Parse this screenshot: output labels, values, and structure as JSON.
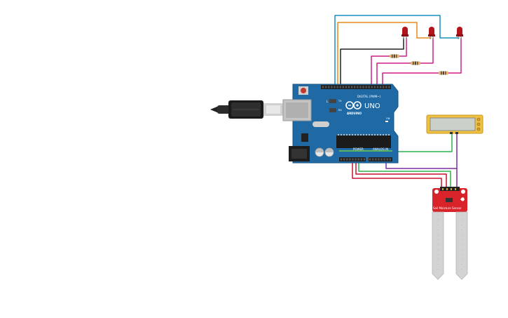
{
  "board": {
    "brand": "ARDUINO",
    "model": "UNO",
    "digital_label": "DIGITAL (PWM~)",
    "power_label": "POWER",
    "analog_label": "ANALOG IN",
    "tx_label": "TX",
    "rx_label": "RX",
    "led_label": "L",
    "on_label": "ON"
  },
  "sensor": {
    "label": "Soil Moisture Sensor"
  },
  "colors": {
    "board": "#1f6aa5",
    "sensor": "#d8232a",
    "lcd_frame": "#f0c040",
    "lcd_screen": "#c9d1c9",
    "wire_blue": "#1a8fc0",
    "wire_orange": "#e38a1b",
    "wire_black": "#222222",
    "wire_pink": "#d01f8a",
    "wire_red": "#c8102e",
    "wire_green": "#2bb24c",
    "wire_purple": "#7b2ea3",
    "led": "#b3131b"
  }
}
